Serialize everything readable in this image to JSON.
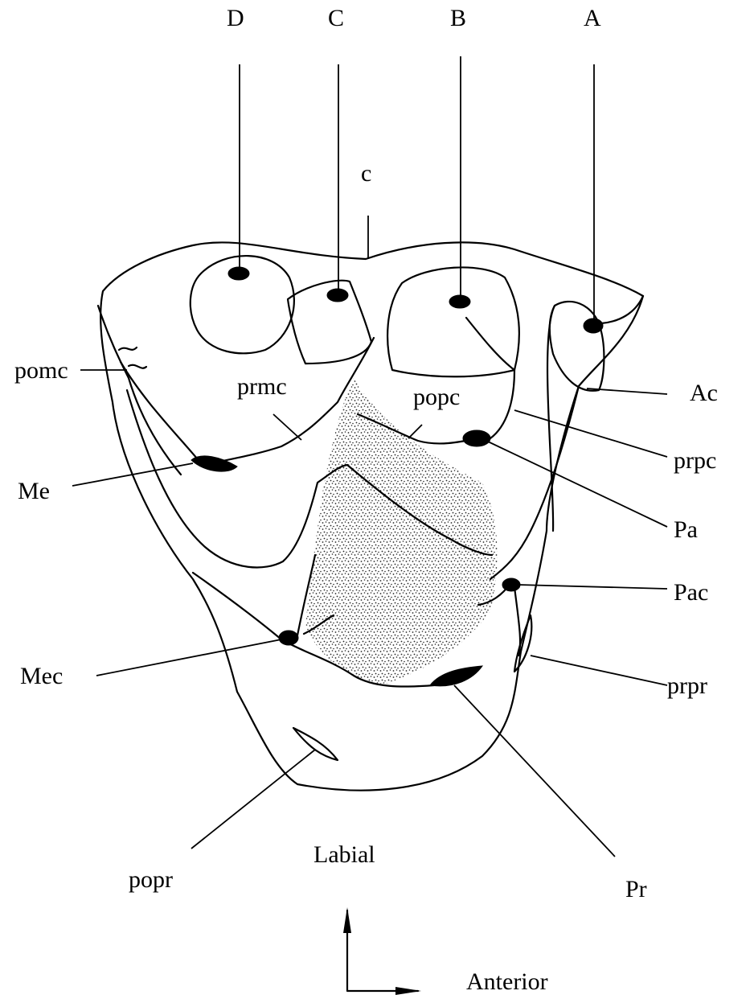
{
  "labels": {
    "D": "D",
    "C": "C",
    "B": "B",
    "A": "A",
    "c": "c",
    "pomc": "pomc",
    "prmc": "prmc",
    "popc": "popc",
    "Ac": "Ac",
    "prpc": "prpc",
    "Me": "Me",
    "Pa": "Pa",
    "Pac": "Pac",
    "Mec": "Mec",
    "prpr": "prpr",
    "popr": "popr",
    "Labial": "Labial",
    "Pr": "Pr",
    "Anterior": "Anterior"
  }
}
